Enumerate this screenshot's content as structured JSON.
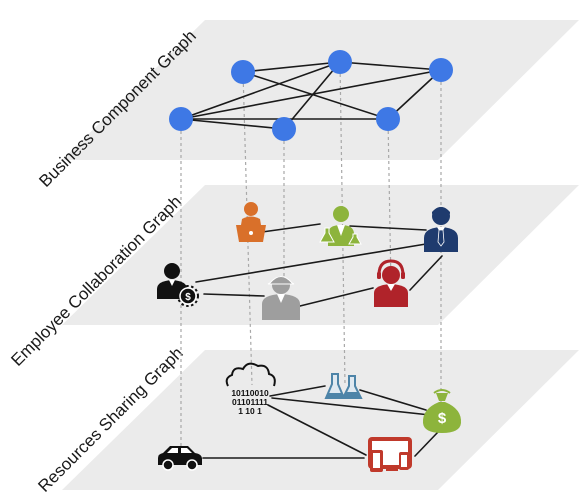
{
  "layers": {
    "business": {
      "label": "Business Component Graph"
    },
    "employee": {
      "label": "Employee Collaboration Graph"
    },
    "resources": {
      "label": "Resources Sharing Graph"
    }
  },
  "business_nodes": [
    {
      "id": "b1"
    },
    {
      "id": "b2"
    },
    {
      "id": "b3"
    },
    {
      "id": "b4"
    },
    {
      "id": "b5"
    },
    {
      "id": "b6"
    }
  ],
  "employee_nodes": [
    {
      "id": "e1",
      "icon": "laptop-worker-icon",
      "color": "#D9702A"
    },
    {
      "id": "e2",
      "icon": "scientist-icon",
      "color": "#8DB43C"
    },
    {
      "id": "e3",
      "icon": "businessman-icon",
      "color": "#1F3B6E"
    },
    {
      "id": "e4",
      "icon": "finance-manager-icon",
      "color": "#111111"
    },
    {
      "id": "e5",
      "icon": "engineer-icon",
      "color": "#9E9E9E"
    },
    {
      "id": "e6",
      "icon": "call-center-icon",
      "color": "#B0232A"
    }
  ],
  "resource_nodes": [
    {
      "id": "r1",
      "icon": "cloud-data-icon",
      "color": "#111111",
      "digits": [
        "10110010",
        "01101111",
        "1 10 1"
      ]
    },
    {
      "id": "r2",
      "icon": "lab-flasks-icon",
      "color": "#4D84A8"
    },
    {
      "id": "r3",
      "icon": "money-bag-icon",
      "color": "#8DB43C",
      "symbol": "$"
    },
    {
      "id": "r4",
      "icon": "car-icon",
      "color": "#111111"
    },
    {
      "id": "r5",
      "icon": "devices-icon",
      "color": "#C0392B"
    }
  ],
  "colors": {
    "plane": "#EBEBEB",
    "node": "#3E78E5",
    "edge": "#1a1a1a",
    "dashed": "#a8a8a8"
  }
}
